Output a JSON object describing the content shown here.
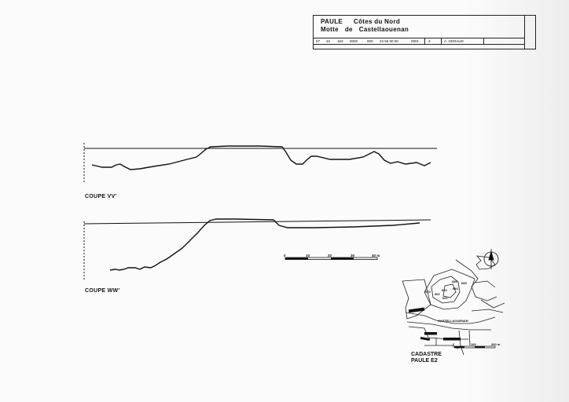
{
  "title_block": {
    "commune": "PAULE",
    "department": "Côtes du Nord",
    "word_motte": "Motte",
    "word_de": "de",
    "site": "Castellaouenan",
    "codes": [
      "07",
      "22",
      "163",
      "0000",
      "000",
      "24 55 00 00",
      "0001",
      "3"
    ],
    "author": "A. GERAUD"
  },
  "sections": [
    {
      "label": "COUPE VV'"
    },
    {
      "label": "COUPE WW'"
    }
  ],
  "scale_bar": {
    "ticks": [
      "0",
      "10",
      "20",
      "30",
      "40 m"
    ]
  },
  "cadastre": {
    "title_line1": "CADASTRE",
    "title_line2": "PAULE  E2",
    "place_label": "CASTELLAOUENAN",
    "parcel_labels": [
      "686",
      "685",
      "684",
      "663",
      "662",
      "661",
      "660"
    ],
    "scale_ticks": [
      "0",
      "100",
      "200 m"
    ],
    "north_icon": "north-arrow-icon"
  }
}
